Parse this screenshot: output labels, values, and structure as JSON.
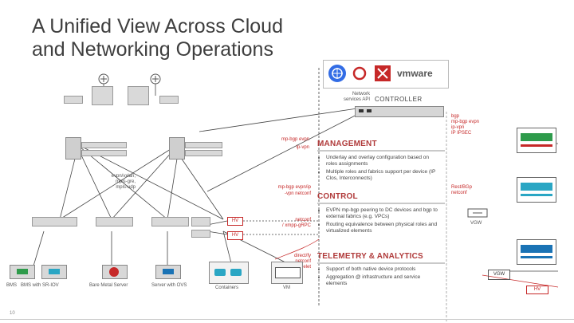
{
  "slide": {
    "title_line1": "A Unified View Across Cloud",
    "title_line2": "and Networking Operations",
    "page_number": "10"
  },
  "controller": {
    "api_label": "Network\nservices API",
    "label": "CONTROLLER"
  },
  "left_labels": {
    "mp_bgp": "mp-bgp evpn",
    "ip_vpn": "ip-vpn",
    "evpn_vxlan": "evpn/vxlan,\nmpls-gre,\nmpls-udp",
    "mp_bgp2": "mp-bgp evpn/ip",
    "vpn_netconf": "-vpn netconf",
    "netconf_grpc": "netconf\n/ xmpp-gRPC",
    "directfy": "direct/fy\nnetconf\nKubelet",
    "hv1": "HV",
    "hv2": "HV"
  },
  "bottom_labels": {
    "bms": "BMS",
    "bms_sriov": "BMS with SR-IOV",
    "bare_metal": "Bare Metal Server",
    "server_ovs": "Server with OVS",
    "containers": "Containers",
    "vm": "VM"
  },
  "sections": {
    "management": {
      "heading": "MANAGEMENT",
      "bullets": [
        "Underlay and overlay configuration based on roles assignments",
        "Multiple roles and fabrics support per device (IP Clos, Interconnects)"
      ]
    },
    "control": {
      "heading": "CONTROL",
      "bullets": [
        "EVPN mp-bgp peering to DC devices and bgp to external fabrics (e.g. VPCs)",
        "Routing equivalence between physical roles and virtualized elements"
      ]
    },
    "telemetry": {
      "heading": "TELEMETRY & ANALYTICS",
      "bullets": [
        "Support of both native device protocols",
        "Aggregation @ infrastructure and service elements"
      ]
    }
  },
  "right_labels": {
    "bgp_list": "bgp\nmp-bgp evpn\nip-vpn\nIP IPSEC",
    "rest_api": "Rest/BGp\nnetconf",
    "vgw1": "VGW",
    "vgw2": "VGW",
    "hv": "HV"
  },
  "logos": {
    "vmware": "vmware",
    "kubernetes_caption": "kubernetes"
  },
  "colors": {
    "accent_red": "#c62828",
    "heading_red": "#b03a3a",
    "green": "#2e9b4b",
    "teal": "#2aa6c4",
    "blue": "#1a73b5"
  }
}
